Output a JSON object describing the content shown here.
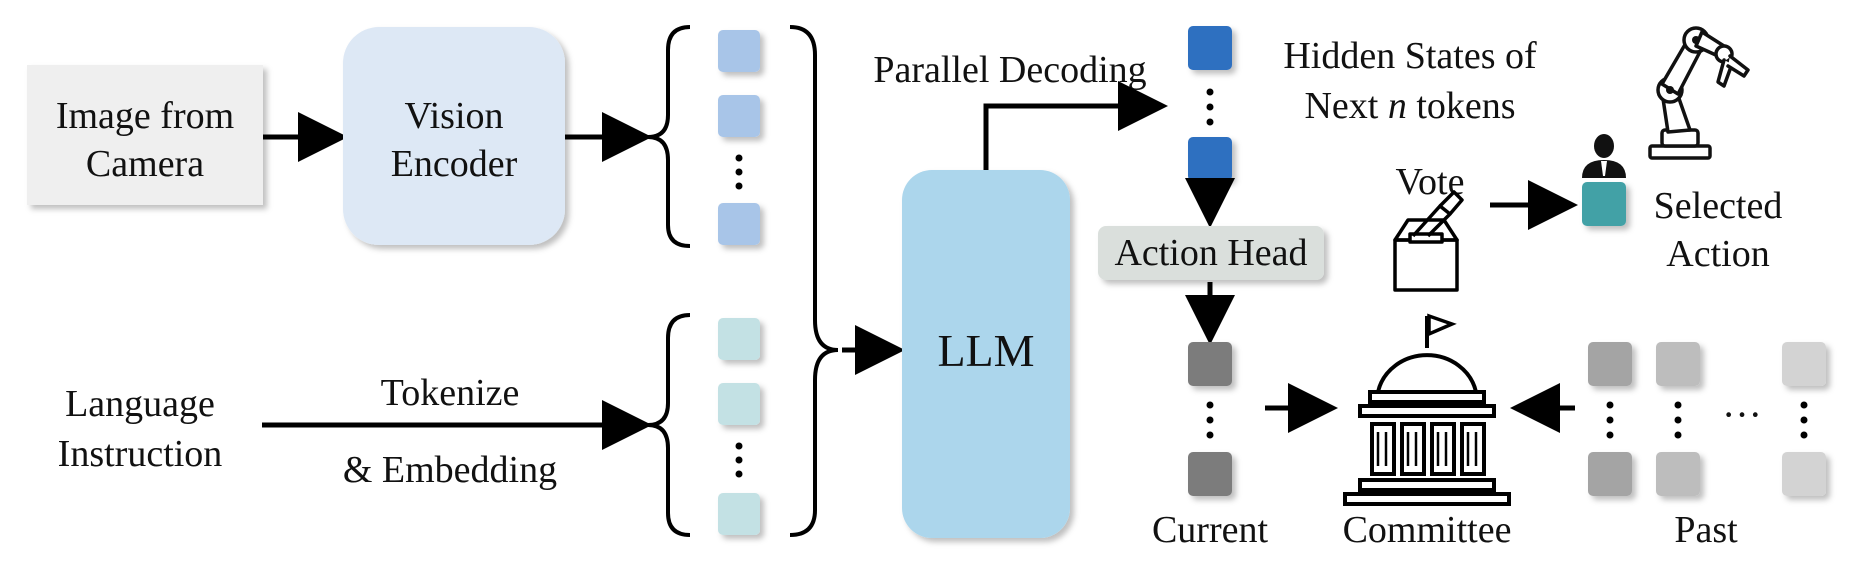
{
  "inputs": {
    "image_label_line1": "Image from",
    "image_label_line2": "Camera",
    "language_label_line1": "Language",
    "language_label_line2": "Instruction"
  },
  "encoder": {
    "line1": "Vision",
    "line2": "Encoder"
  },
  "tokenize": {
    "line1": "Tokenize",
    "line2": "& Embedding"
  },
  "llm": {
    "label": "LLM"
  },
  "decoding": {
    "label": "Parallel Decoding"
  },
  "hidden_states": {
    "line1": "Hidden States of",
    "line2_prefix": "Next ",
    "line2_var": "n",
    "line2_suffix": " tokens"
  },
  "action_head": {
    "label": "Action Head"
  },
  "vote": {
    "label": "Vote"
  },
  "selected": {
    "line1": "Selected",
    "line2": "Action"
  },
  "bottom": {
    "current": "Current",
    "committee": "Committee",
    "past": "Past",
    "ellipsis": "···"
  },
  "colors": {
    "image_box": "#efefef",
    "encoder_box": "#dde8f5",
    "llm_box": "#acd6ec",
    "vision_token": "#a8c5e8",
    "lang_token": "#c3e1e4",
    "hidden_token": "#2e6fc0",
    "current_token": "#7c7c7c",
    "past_token_dark": "#a4a4a4",
    "past_token_mid": "#bdbdbd",
    "past_token_light": "#d3d3d3",
    "selected_token": "#42a1a6",
    "action_head_box": "#dadfdc"
  }
}
